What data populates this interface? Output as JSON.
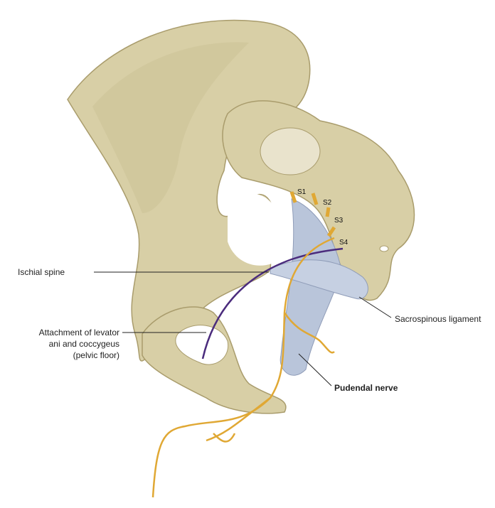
{
  "colors": {
    "bone": "#d8cfa6",
    "bone_shadow": "#b9ae82",
    "ligament": "#b9c5da",
    "nerve": "#e0a834",
    "pelvic_floor_line": "#4b2c7d",
    "leader": "#222222"
  },
  "labels": {
    "s1": "S1",
    "s2": "S2",
    "s3": "S3",
    "s4": "S4",
    "ischial_spine": "Ischial spine",
    "attachment_line1": "Attachment of levator",
    "attachment_line2": "ani and coccygeus",
    "attachment_line3": "(pelvic floor)",
    "sacrospinous": "Sacrospinous ligament",
    "pudendal": "Pudendal nerve"
  }
}
